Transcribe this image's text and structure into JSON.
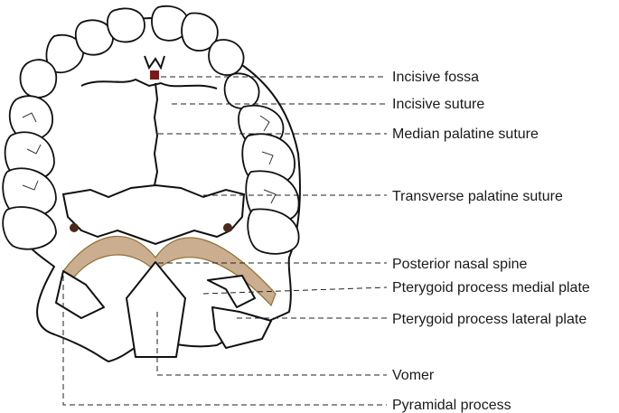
{
  "labels": [
    {
      "id": "incisive-fossa",
      "text": "Incisive fossa"
    },
    {
      "id": "incisive-suture",
      "text": "Incisive suture"
    },
    {
      "id": "median-palatine-suture",
      "text": "Median palatine suture"
    },
    {
      "id": "transverse-palatine-suture",
      "text": "Transverse palatine suture"
    },
    {
      "id": "posterior-nasal-spine",
      "text": "Posterior nasal spine"
    },
    {
      "id": "pterygoid-medial-plate",
      "text": "Pterygoid process medial plate"
    },
    {
      "id": "pterygoid-lateral-plate",
      "text": "Pterygoid process lateral plate"
    },
    {
      "id": "vomer",
      "text": "Vomer"
    },
    {
      "id": "pyramidal-process",
      "text": "Pyramidal process"
    }
  ],
  "colors": {
    "line": "#111111",
    "palatine_band": "#c9a98a",
    "fossa_marker": "#7a1a1a"
  }
}
